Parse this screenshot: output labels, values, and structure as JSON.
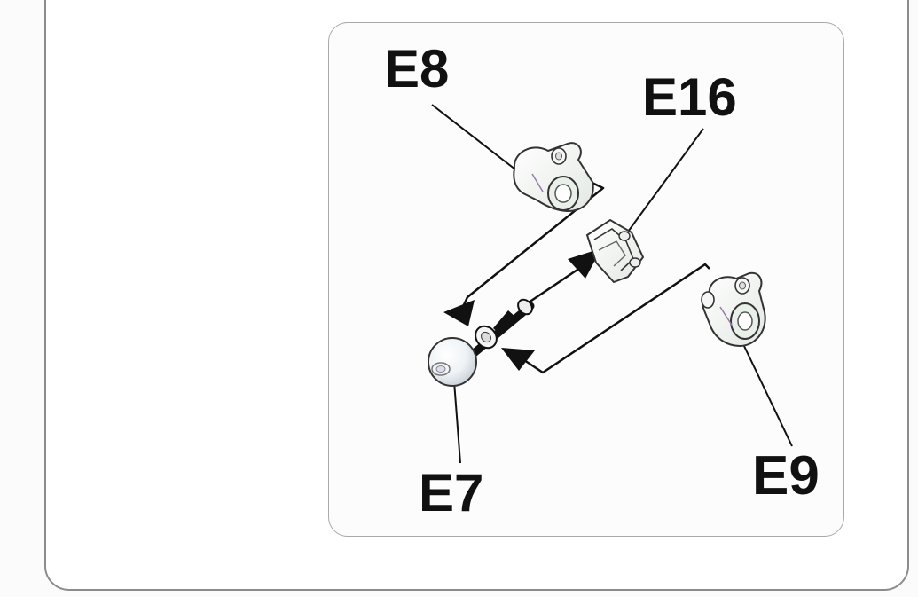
{
  "diagram": {
    "labels": {
      "e8": "E8",
      "e16": "E16",
      "e7": "E7",
      "e9": "E9"
    },
    "colors": {
      "frame": "#8c8c8c",
      "panel_border": "#a9a9a9",
      "line": "#111111",
      "part_fill": "#f2f2f2",
      "part_tint": "#e6f0e6"
    },
    "parts": [
      "E8",
      "E16",
      "E7",
      "E9"
    ]
  }
}
